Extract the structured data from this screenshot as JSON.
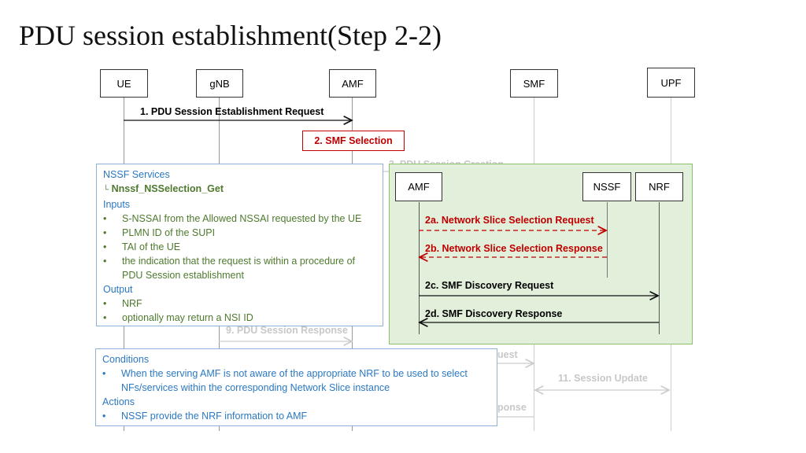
{
  "title": "PDU session establishment(Step 2-2)",
  "entities": [
    "UE",
    "gNB",
    "AMF",
    "SMF",
    "UPF"
  ],
  "messages": {
    "m1": "1. PDU Session Establishment Request",
    "m2": "2. SMF Selection",
    "m3": "3. PDU Session Creation",
    "m9": "9. PDU Session Response",
    "m10": "uest",
    "m11": "11. Session Update",
    "m12": "ponse"
  },
  "inset": {
    "entities": [
      "AMF",
      "NSSF",
      "NRF"
    ],
    "m2a": "2a. Network Slice Selection Request",
    "m2b": "2b. Network Slice Selection Response",
    "m2c": "2c. SMF Discovery Request",
    "m2d": "2d. SMF Discovery Response"
  },
  "nssf_box": {
    "heading": "NSSF Services",
    "service_prefix": "└",
    "service": "Nnssf_NSSelection_Get",
    "inputs_label": "Inputs",
    "inputs": [
      "S-NSSAI from the Allowed NSSAI requested by the UE",
      "PLMN ID of the SUPI",
      "TAI of the UE",
      "the indication that the request is within a procedure of PDU Session establishment"
    ],
    "output_label": "Output",
    "outputs": [
      "NRF",
      "optionally may return a NSI ID"
    ]
  },
  "cond_box": {
    "conditions_label": "Conditions",
    "conditions": [
      "When the serving AMF is not aware of the appropriate NRF to be used to select NFs/services within the corresponding Network Slice instance"
    ],
    "actions_label": "Actions",
    "actions": [
      "NSSF provide the NRF information to AMF"
    ]
  },
  "colors": {
    "red": "#c00000",
    "green_bg": "#e2efda",
    "green_border": "#8cc068",
    "blue": "#2b78c2",
    "text_green": "#4e7a2e"
  }
}
